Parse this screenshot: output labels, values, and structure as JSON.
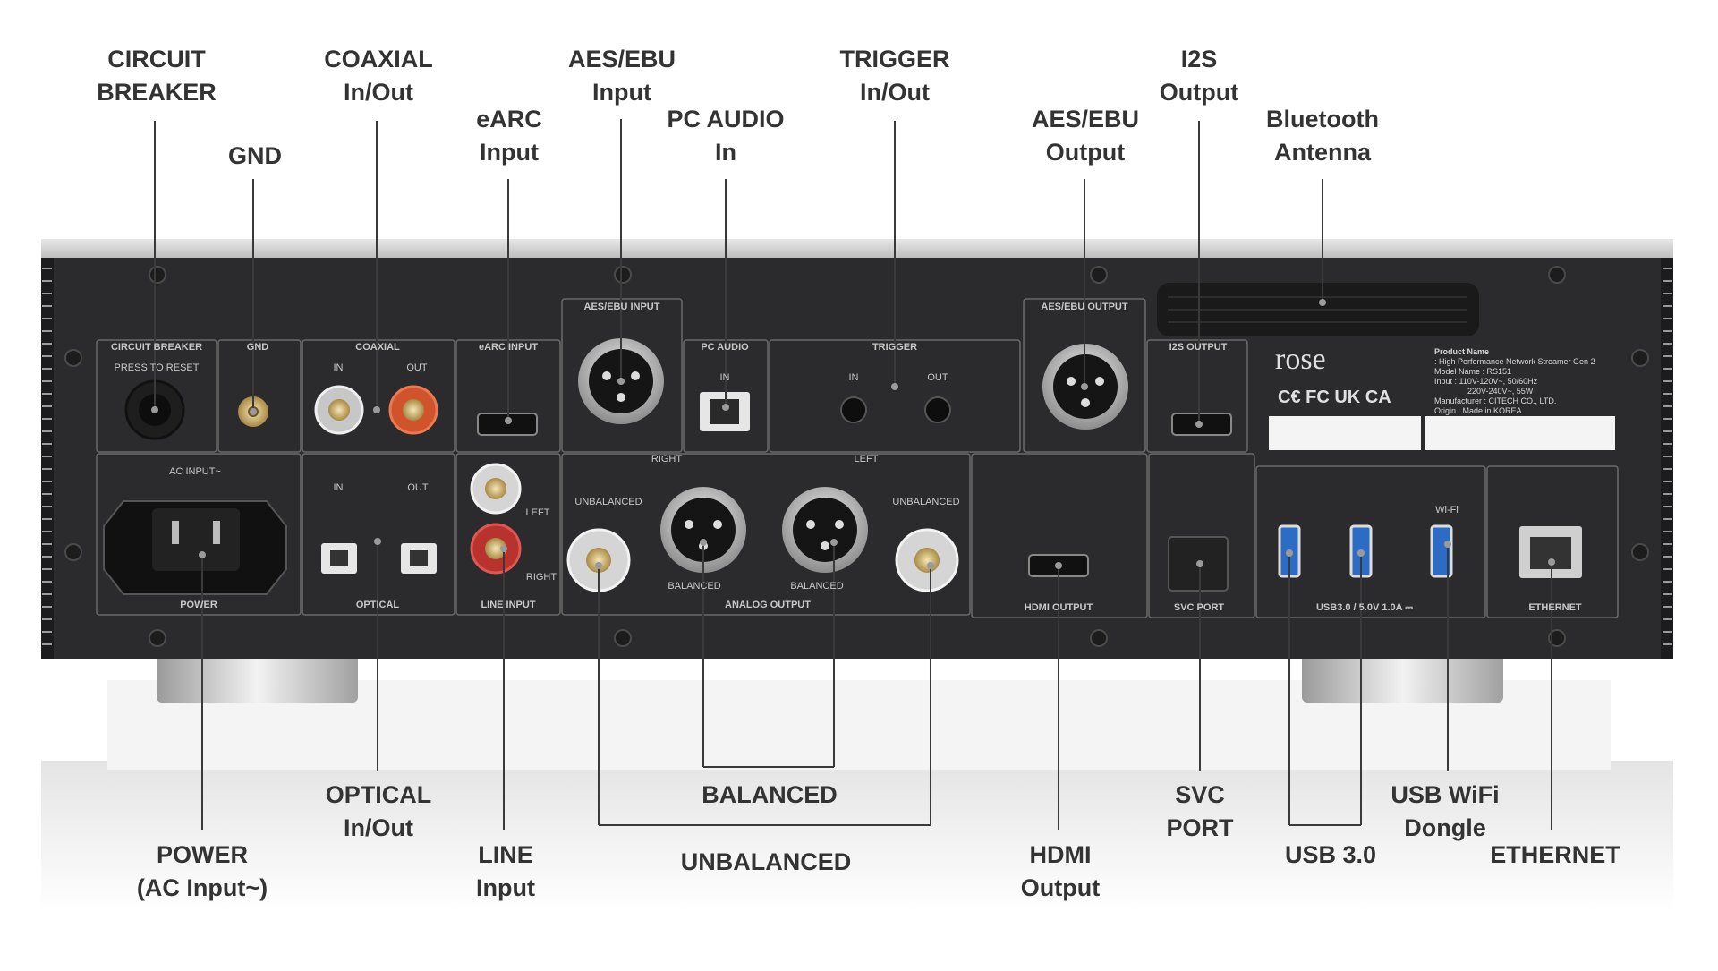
{
  "callouts": {
    "circuit_breaker": {
      "line1": "CIRCUIT",
      "line2": "BREAKER"
    },
    "gnd": {
      "line1": "GND"
    },
    "coaxial": {
      "line1": "COAXIAL",
      "line2": "In/Out"
    },
    "earc": {
      "line1": "eARC",
      "line2": "Input"
    },
    "aes_in": {
      "line1": "AES/EBU",
      "line2": "Input"
    },
    "pc_audio": {
      "line1": "PC AUDIO",
      "line2": "In"
    },
    "trigger": {
      "line1": "TRIGGER",
      "line2": "In/Out"
    },
    "aes_out": {
      "line1": "AES/EBU",
      "line2": "Output"
    },
    "i2s": {
      "line1": "I2S",
      "line2": "Output"
    },
    "bluetooth": {
      "line1": "Bluetooth",
      "line2": "Antenna"
    },
    "power": {
      "line1": "POWER",
      "line2": "(AC Input~)"
    },
    "optical": {
      "line1": "OPTICAL",
      "line2": "In/Out"
    },
    "line": {
      "line1": "LINE",
      "line2": "Input"
    },
    "balanced": {
      "line1": "BALANCED"
    },
    "unbalanced": {
      "line1": "UNBALANCED"
    },
    "hdmi": {
      "line1": "HDMI",
      "line2": "Output"
    },
    "svc": {
      "line1": "SVC",
      "line2": "PORT"
    },
    "usb3": {
      "line1": "USB 3.0"
    },
    "wifi": {
      "line1": "USB WiFi",
      "line2": "Dongle"
    },
    "ethernet": {
      "line1": "ETHERNET"
    }
  },
  "panel": {
    "circuit_breaker": "CIRCUIT BREAKER",
    "press_to_reset": "PRESS TO RESET",
    "gnd": "GND",
    "coaxial": "COAXIAL",
    "coax_in": "IN",
    "coax_out": "OUT",
    "earc_input": "eARC INPUT",
    "aes_input": "AES/EBU INPUT",
    "pc_audio": "PC AUDIO",
    "pc_in": "IN",
    "trigger": "TRIGGER",
    "trig_in": "IN",
    "trig_out": "OUT",
    "aes_output": "AES/EBU OUTPUT",
    "i2s_output": "I2S OUTPUT",
    "ac_input": "AC INPUT~",
    "power": "POWER",
    "opt_in": "IN",
    "opt_out": "OUT",
    "optical": "OPTICAL",
    "left": "LEFT",
    "right": "RIGHT",
    "line_input": "LINE INPUT",
    "right_group": "RIGHT",
    "left_group": "LEFT",
    "unbalanced_l": "UNBALANCED",
    "unbalanced_r": "UNBALANCED",
    "balanced_1": "BALANCED",
    "balanced_2": "BALANCED",
    "analog_output": "ANALOG OUTPUT",
    "hdmi_output": "HDMI OUTPUT",
    "svc_port": "SVC PORT",
    "usb": "USB3.0 / 5.0V 1.0A ⎓",
    "wifi": "Wi-Fi",
    "ethernet": "ETHERNET",
    "logo": "rose",
    "cert": "C€ FC UK CA",
    "spec_title": "Product Name",
    "spec_1": ": High Performance Network Streamer Gen 2",
    "spec_2": "Model Name : RS151",
    "spec_3": "Input : 110V-120V~, 50/60Hz",
    "spec_4": "220V-240V~, 55W",
    "spec_5": "Manufacturer : CITECH CO., LTD.",
    "spec_6": "Origin : Made in KOREA"
  },
  "colors": {
    "chassis": "#2b2b2d",
    "chassis_edge": "#1b1b1d",
    "silver": "#d4d4d4",
    "label_text": "#333333",
    "panel_text": "#c8c8c8",
    "leader": "#3a3a3a",
    "coax_out_ring": "#d0532c",
    "line_right_ring": "#b8322e",
    "usb_blue": "#2c6cc4"
  }
}
